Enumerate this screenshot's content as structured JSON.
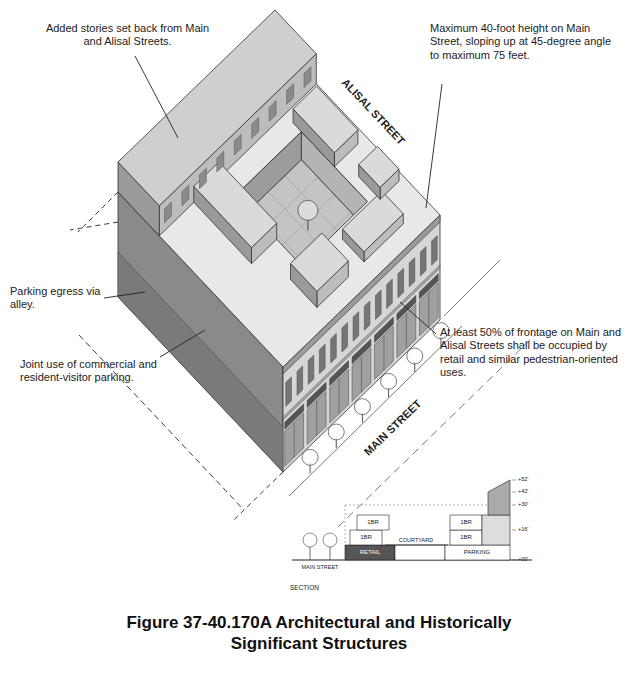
{
  "diagram": {
    "caption": "Figure 37-40.170A Architectural and Historically Significant Structures",
    "labels": [
      "Added stories set back from Main and Alisal Streets.",
      "Maximum 40-foot height on Main Street, sloping up at 45-degree angle to maximum 75 feet.",
      "ALISAL STREET",
      "Parking egress via alley.",
      "Joint use of commercial and resident-visitor parking.",
      "At least 50% of frontage on Main and Alisal Streets shall be occupied by retail and similar pedestrian-oriented uses.",
      "MAIN STREET",
      "1BR",
      "1BR",
      "1BR",
      "1BR",
      "COURTYARD",
      "RETAIL",
      "PARKING",
      "+52'",
      "+42'",
      "+30'",
      "+16'",
      "+00'",
      "MAIN STREET",
      "SECTION"
    ]
  }
}
